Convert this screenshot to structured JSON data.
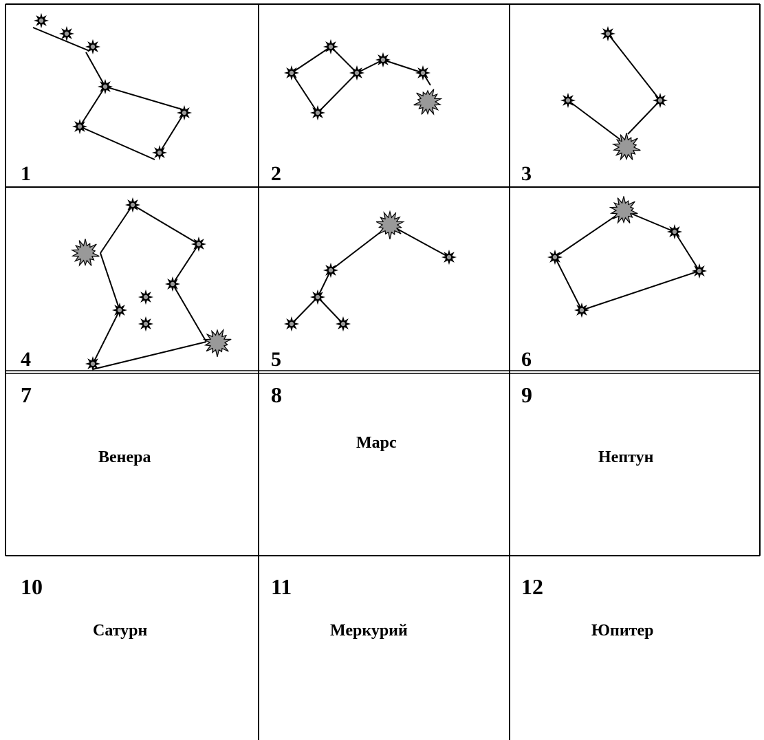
{
  "constellations": [
    {
      "number": "1"
    },
    {
      "number": "2"
    },
    {
      "number": "3"
    },
    {
      "number": "4"
    },
    {
      "number": "5"
    },
    {
      "number": "6"
    }
  ],
  "planets": [
    {
      "number": "7",
      "name": "Венера"
    },
    {
      "number": "8",
      "name": "Марс"
    },
    {
      "number": "9",
      "name": "Нептун"
    },
    {
      "number": "10",
      "name": "Сатурн"
    },
    {
      "number": "11",
      "name": "Меркурий"
    },
    {
      "number": "12",
      "name": "Юпитер"
    }
  ],
  "colors": {
    "line": "#000000",
    "star_fill": "#999999",
    "background": "#ffffff"
  },
  "icons": {
    "small_star": "small-star-icon",
    "bright_star": "bright-star-icon"
  }
}
